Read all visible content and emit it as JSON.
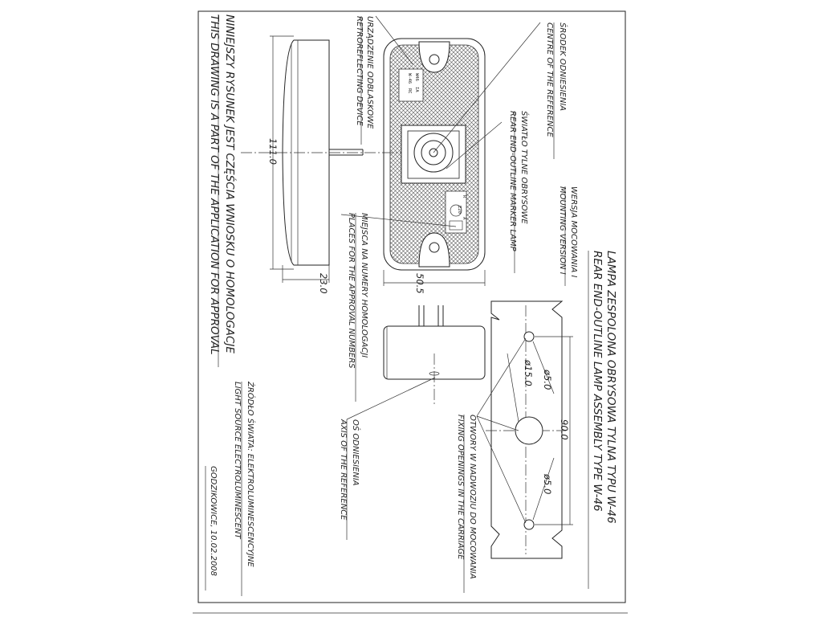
{
  "drawing": {
    "title_pl": "LAMPA ZESPOLONA OBRYSOWA TYLNA TYPU W-46",
    "title_en": "REAR END-OUTLINE LAMP ASSEMBLY TYPE W-46",
    "mounting_pl": "WERSJA MOCOWANIA I",
    "mounting_en": "MOUNTING VERSION I",
    "application_pl": "NINIEJSZY RYSUNEK JEST CZĘŚCIA WNIOSKU O HOMOLOGACJE",
    "application_en": "THIS DRAWING IS A PART OF THE APPLICATION FOR APPROVAL",
    "light_source_pl": "ŹRÓDŁO ŚWIATA: ELEKTROLUMINESCENCYJNE",
    "light_source_en": "LIGHT SOURCE ELECTROLUMINESCENT",
    "place_date": "GODZIKOWICE, 10.02.2008"
  },
  "callouts": {
    "retro_pl": "URZĄDZENIE ODBLASKOWE",
    "retro_en": "RETROREFLECTING DEVICE",
    "centre_pl": "ŚRODEK ODNIESIENIA",
    "centre_en": "CENTRE OF THE REFERENCE",
    "lamp_pl": "ŚWIATŁO TYLNE OBRYSOWE",
    "lamp_en": "REAR END-OUTLINE MARKER LAMP",
    "places_pl": "MIEJSCA NA NUMERY HOMOLOGACJI",
    "places_en": "PLACES FOR THE APPROVAL NUMBERS",
    "axis_pl": "OŚ ODNIESIENIA",
    "axis_en": "AXIS OF THE REFERENCE",
    "holes_pl": "OTWORY W NADWOZIU DO MOCOWANIA",
    "holes_en": "FIXING OPENINGS IN THE CARRIAGE"
  },
  "dimensions": {
    "length": "111.0",
    "depth": "23.0",
    "width": "50.5",
    "hole_spacing": "90.0",
    "hole_small_1": "ø5.0",
    "hole_small_2": "ø5.0",
    "hole_large": "ø15.0"
  },
  "lamp_markings": {
    "line1": "W46",
    "line2": "IA",
    "line3": "W-46",
    "line4": "RC",
    "mark_r": "R",
    "mark_e20": "E20",
    "mark_a": "A"
  },
  "colors": {
    "line": "#222222",
    "background": "#ffffff"
  }
}
